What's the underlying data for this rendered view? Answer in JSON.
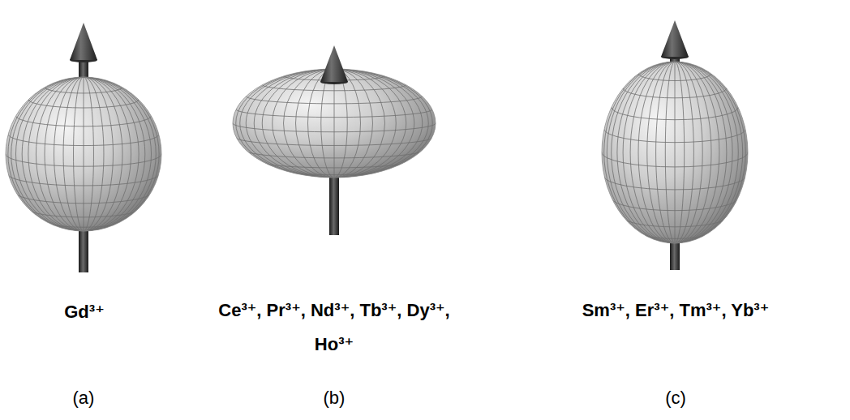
{
  "diagram": {
    "labels": [
      "Gd³⁺",
      "Ce³⁺, Pr³⁺, Nd³⁺, Tb³⁺, Dy³⁺, Ho³⁺",
      "Sm³⁺, Er³⁺, Tm³⁺, Yb³⁺",
      "(a)",
      "(b)",
      "(c)"
    ]
  }
}
